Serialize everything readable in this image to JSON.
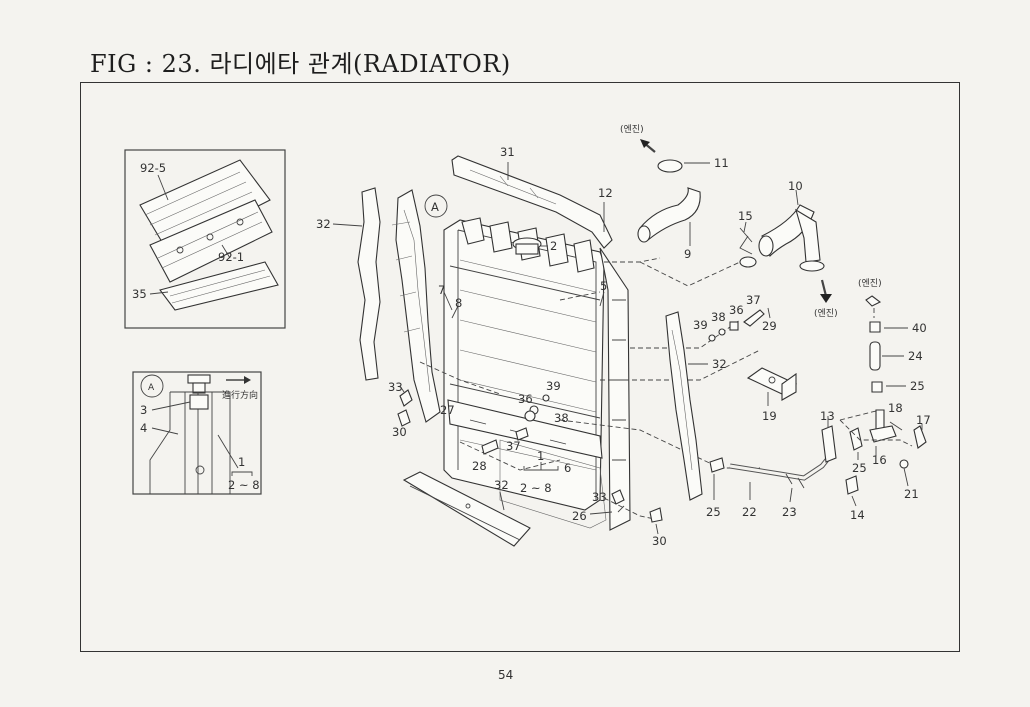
{
  "title": "FIG : 23. 라디에타 관계(RADIATOR)",
  "page_number": "54",
  "engine_label": "(엔진)",
  "detail_a": {
    "letter": "A",
    "direction_note": "進行方向",
    "bracket_label": "2 ~ 8"
  },
  "callouts": {
    "c92_5": "92-5",
    "c92_1": "92-1",
    "c35": "35",
    "ca3": "3",
    "ca4": "4",
    "ca1": "1",
    "c31": "31",
    "c32a": "32",
    "c32b": "32",
    "c32c": "32",
    "c2": "2",
    "c7": "7",
    "c8": "8",
    "c5": "5",
    "c12": "12",
    "c11": "11",
    "c9": "9",
    "c10": "10",
    "c15": "15",
    "c39a": "39",
    "c38a": "38",
    "c36a": "36",
    "c37a": "37",
    "c29": "29",
    "c33a": "33",
    "c33b": "33",
    "c27": "27",
    "c30a": "30",
    "c30b": "30",
    "c39b": "39",
    "c36b": "36",
    "c38b": "38",
    "c37b": "37",
    "c28": "28",
    "c1": "1",
    "c6": "6",
    "c2to8": "2 ~ 8",
    "c26": "26",
    "c19": "19",
    "c13": "13",
    "c25a": "25",
    "c25b": "25",
    "c25c": "25",
    "c22": "22",
    "c23": "23",
    "c14": "14",
    "c40": "40",
    "c24": "24",
    "c18": "18",
    "c17": "17",
    "c16": "16",
    "c21": "21"
  }
}
